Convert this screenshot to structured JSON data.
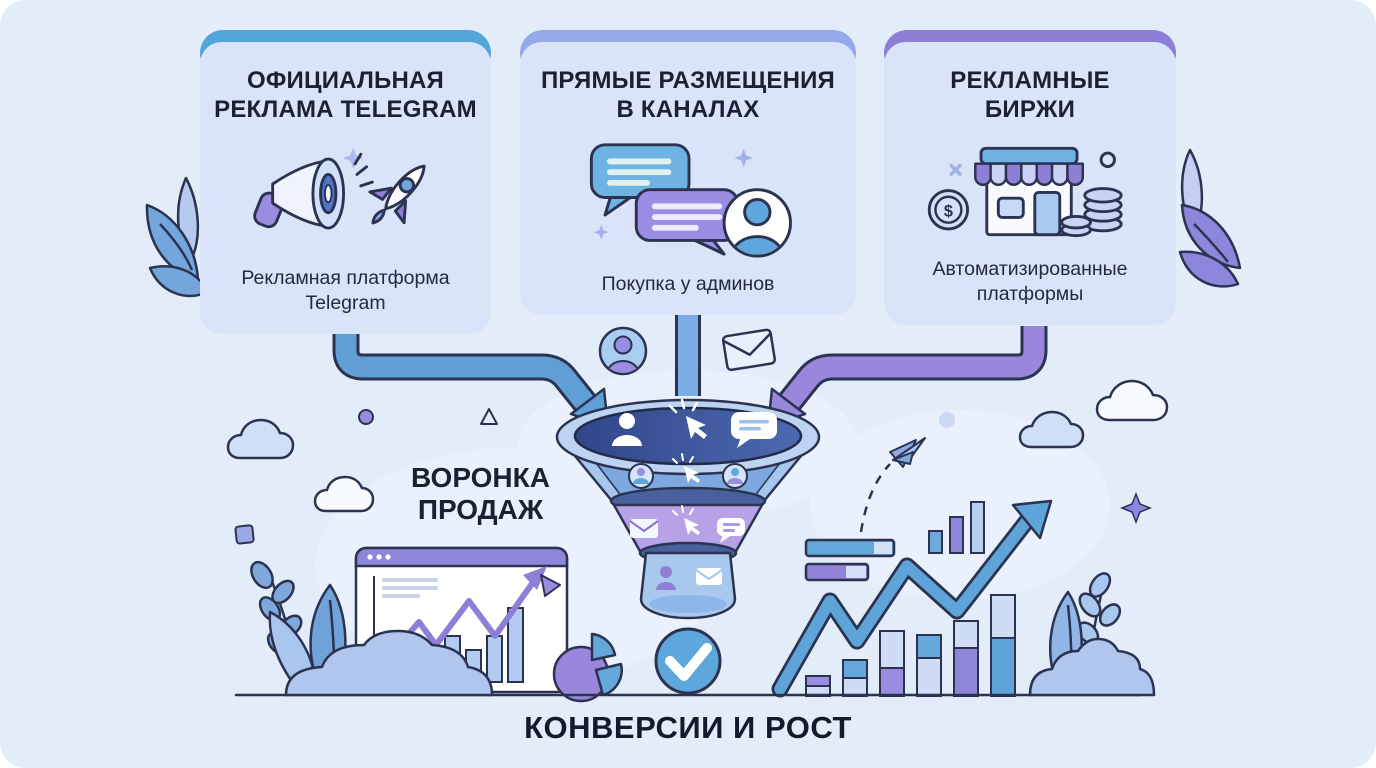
{
  "page": {
    "background_color": "#e3ecf9",
    "footer_title": "КОНВЕРСИИ И РОСТ"
  },
  "cards": [
    {
      "id": "official-telegram-ads",
      "title": "ОФИЦИАЛЬНАЯ РЕКЛАМА TELEGRAM",
      "title_lines": [
        "ОФИЦИАЛЬНАЯ",
        "РЕКЛАМА TELEGRAM"
      ],
      "caption_lines": [
        "Рекламная платформа",
        "Telegram"
      ],
      "icon": "megaphone-rocket-icon",
      "accent_color": "#54a6d9"
    },
    {
      "id": "direct-channel-placements",
      "title": "ПРЯМЫЕ РАЗМЕЩЕНИЯ В КАНАЛАХ",
      "title_lines": [
        "ПРЯМЫЕ РАЗМЕЩЕНИЯ",
        "В КАНАЛАХ"
      ],
      "caption_lines": [
        "Покупка у админов"
      ],
      "icon": "chat-bubbles-avatar-icon",
      "accent_color": "#94a9ea"
    },
    {
      "id": "ad-exchanges",
      "title": "РЕКЛАМНЫЕ БИРЖИ",
      "title_lines": [
        "РЕКЛАМНЫЕ",
        "БИРЖИ"
      ],
      "caption_lines": [
        "Автоматизированные",
        "платформы"
      ],
      "icon": "storefront-coins-icon",
      "accent_color": "#8d7ed6"
    }
  ],
  "funnel": {
    "label": "ВОРОНКА ПРОДАЖ",
    "label_lines": [
      "ВОРОНКА",
      "ПРОДАЖ"
    ]
  },
  "colors": {
    "card_background": "#d9e4f8",
    "outline_navy": "#2b3350",
    "funnel_interior_dark": "#33498c",
    "blue": "#5ea4d8",
    "purple": "#9183d8",
    "periwinkle": "#94a9ea",
    "light_fill": "#cfdcf6",
    "text_dark": "#1b2133"
  }
}
